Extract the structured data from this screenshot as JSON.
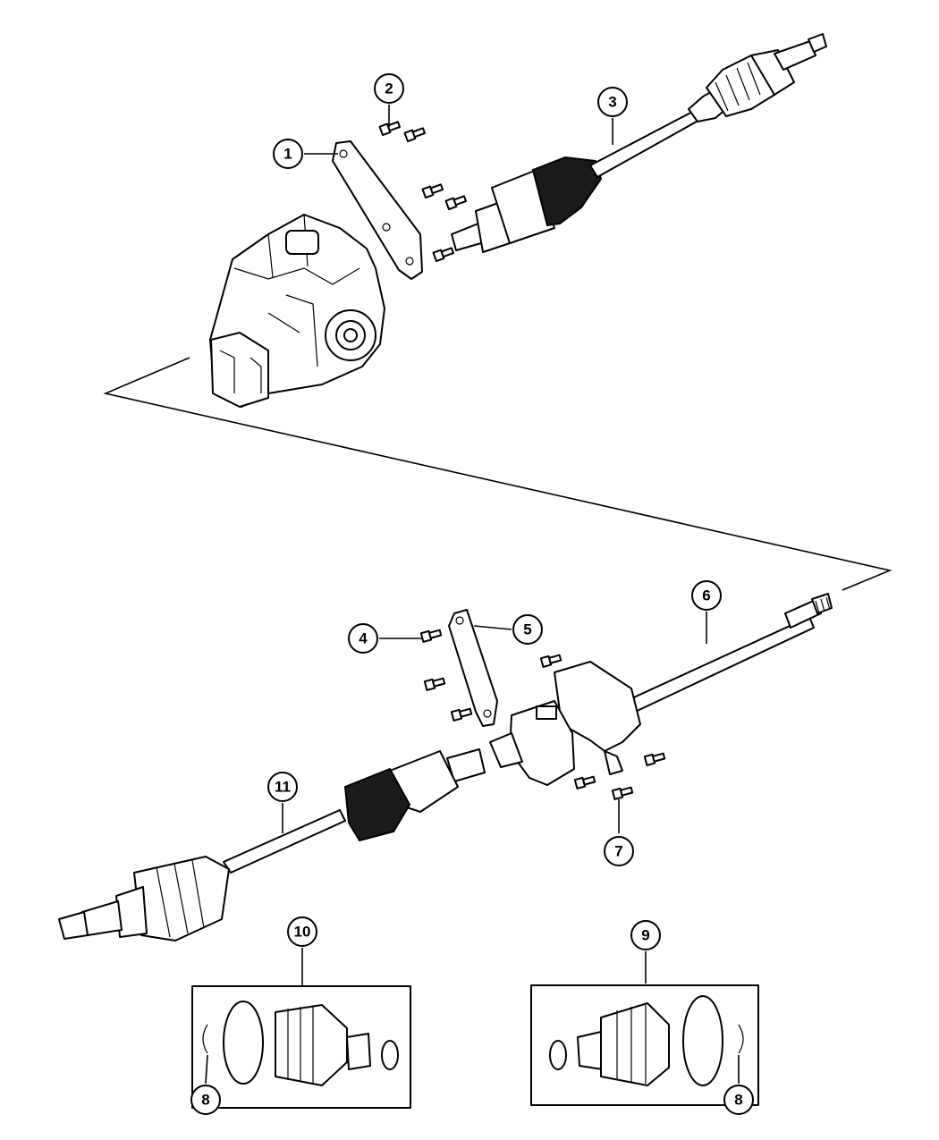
{
  "callouts": [
    {
      "id": "1",
      "label": "1"
    },
    {
      "id": "2",
      "label": "2"
    },
    {
      "id": "3",
      "label": "3"
    },
    {
      "id": "4",
      "label": "4"
    },
    {
      "id": "5",
      "label": "5"
    },
    {
      "id": "6",
      "label": "6"
    },
    {
      "id": "7",
      "label": "7"
    },
    {
      "id": "8a",
      "label": "8"
    },
    {
      "id": "8b",
      "label": "8"
    },
    {
      "id": "9",
      "label": "9"
    },
    {
      "id": "10",
      "label": "10"
    },
    {
      "id": "11",
      "label": "11"
    }
  ]
}
